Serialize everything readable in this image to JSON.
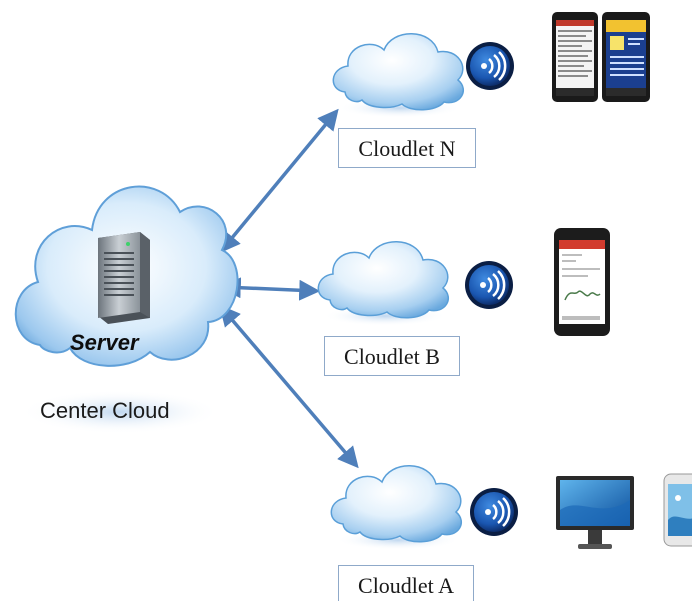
{
  "center": {
    "server_label": "Server",
    "cloud_label": "Center Cloud"
  },
  "cloudlets": [
    {
      "label": "Cloudlet N",
      "devices": [
        "smartphone-icon",
        "smartphone-icon"
      ]
    },
    {
      "label": "Cloudlet B",
      "devices": [
        "smartphone-icon"
      ]
    },
    {
      "label": "Cloudlet A",
      "devices": [
        "monitor-icon",
        "smartphone-icon"
      ]
    }
  ],
  "colors": {
    "arrow": "#4f7fba",
    "cloud_light": "#e8f3fd",
    "cloud_mid": "#a9d2f2",
    "cloud_edge": "#5a9fd8",
    "wireless_badge": "#1e5fb8"
  }
}
